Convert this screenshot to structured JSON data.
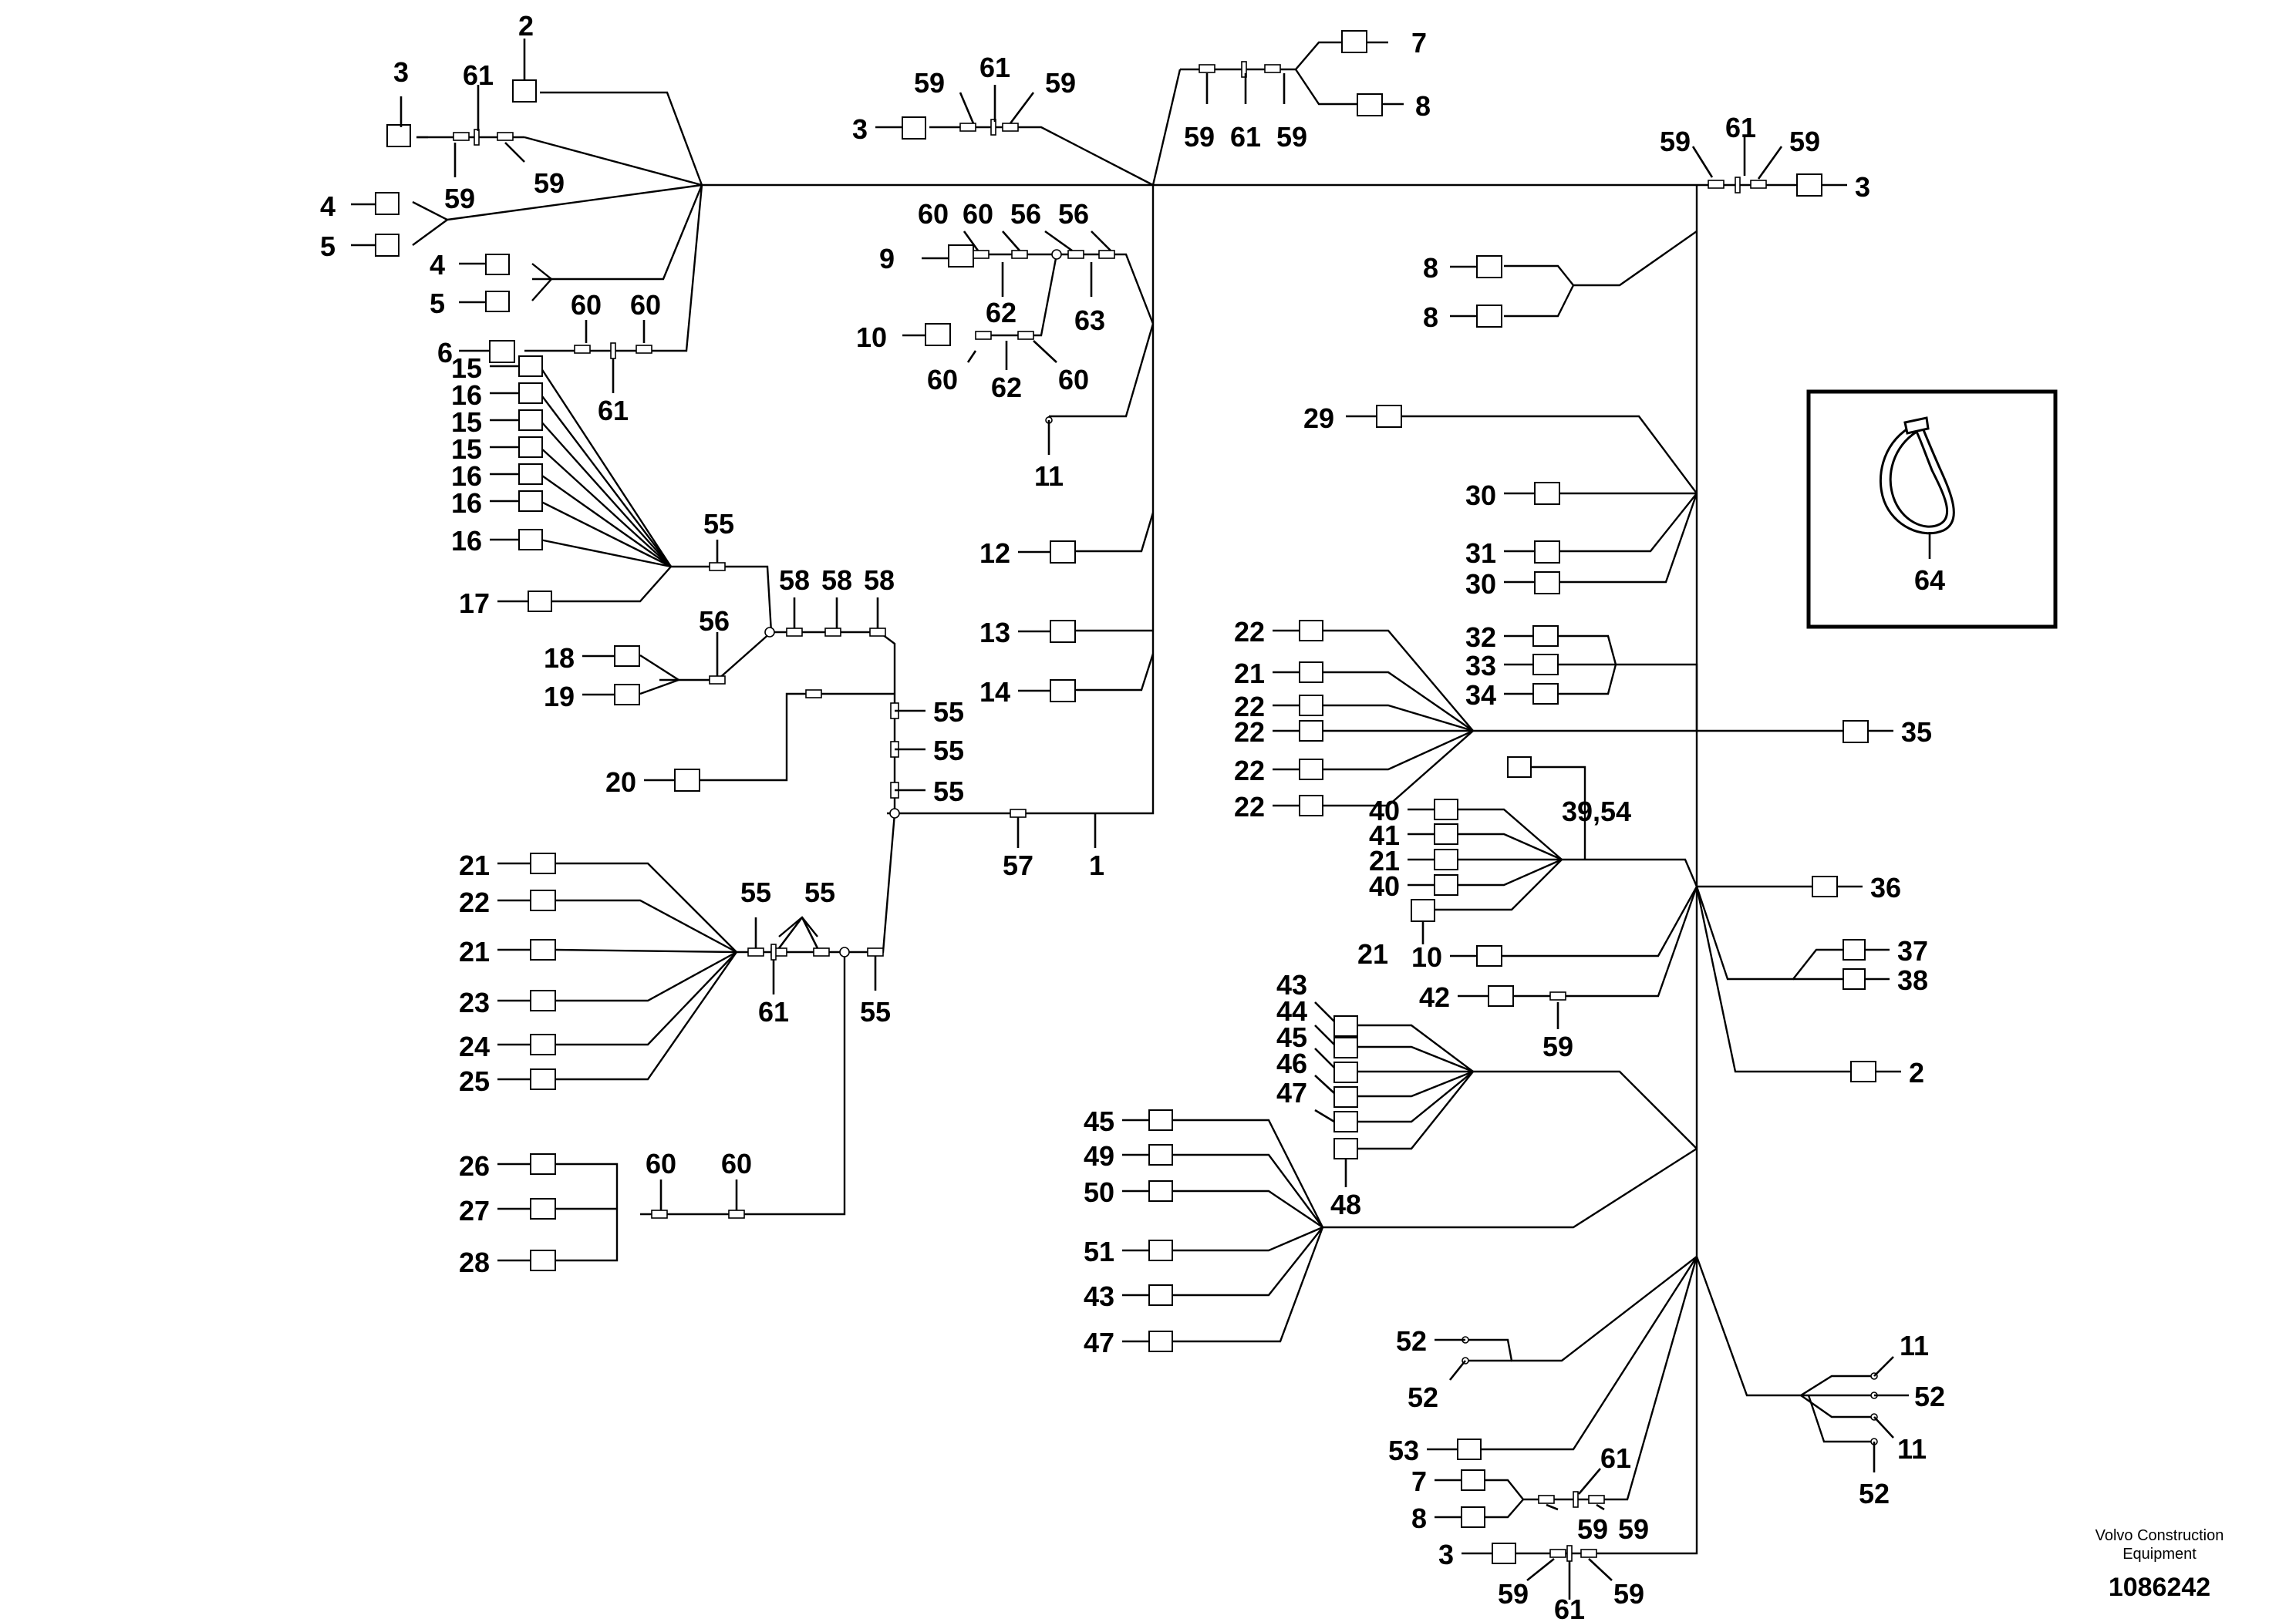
{
  "diagram": {
    "callouts": {
      "c1": "1",
      "c2": "2",
      "c3": "3",
      "c4": "4",
      "c5": "5",
      "c6": "6",
      "c7": "7",
      "c8": "8",
      "c9": "9",
      "c10": "10",
      "c11": "11",
      "c12": "12",
      "c13": "13",
      "c14": "14",
      "c15": "15",
      "c16": "16",
      "c17": "17",
      "c18": "18",
      "c19": "19",
      "c20": "20",
      "c21": "21",
      "c22": "22",
      "c23": "23",
      "c24": "24",
      "c25": "25",
      "c26": "26",
      "c27": "27",
      "c28": "28",
      "c29": "29",
      "c30": "30",
      "c31": "31",
      "c32": "32",
      "c33": "33",
      "c34": "34",
      "c35": "35",
      "c36": "36",
      "c37": "37",
      "c38": "38",
      "c3954": "39,54",
      "c40": "40",
      "c41": "41",
      "c42": "42",
      "c43": "43",
      "c44": "44",
      "c45": "45",
      "c46": "46",
      "c47": "47",
      "c48": "48",
      "c49": "49",
      "c50": "50",
      "c51": "51",
      "c52": "52",
      "c53": "53",
      "c55": "55",
      "c56": "56",
      "c57": "57",
      "c58": "58",
      "c59": "59",
      "c60": "60",
      "c61": "61",
      "c62": "62",
      "c63": "63",
      "c64": "64"
    },
    "inset": {
      "label": "64",
      "icon": "cable-tie-icon"
    }
  },
  "footer": {
    "brand_line1": "Volvo Construction",
    "brand_line2": "Equipment",
    "doc_number": "1086242"
  }
}
